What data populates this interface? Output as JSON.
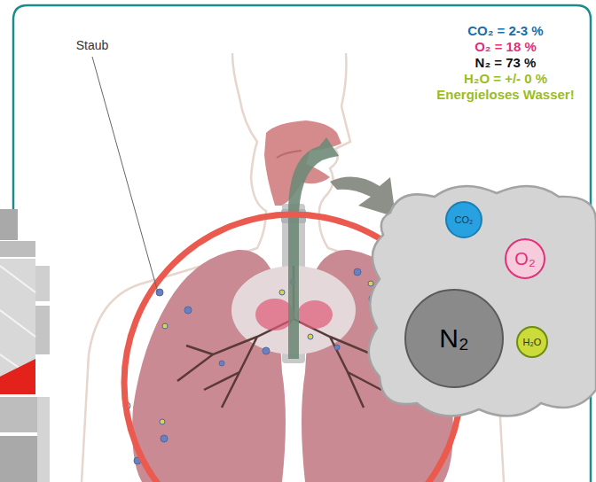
{
  "diagram": {
    "nodes": [
      {
        "text": [
          "CO₂"
        ]
      },
      {
        "text": [
          "O₂"
        ]
      },
      {
        "text": [
          "N₂"
        ]
      },
      {
        "text": [
          "H₂O"
        ]
      }
    ],
    "labels": [
      "CO₂ = 2-3 %",
      "O₂ = 18 %",
      "N₂ = 73 %",
      "H₂O = +/- 0 %",
      "Energieloses Wasser!",
      "Staub"
    ]
  }
}
